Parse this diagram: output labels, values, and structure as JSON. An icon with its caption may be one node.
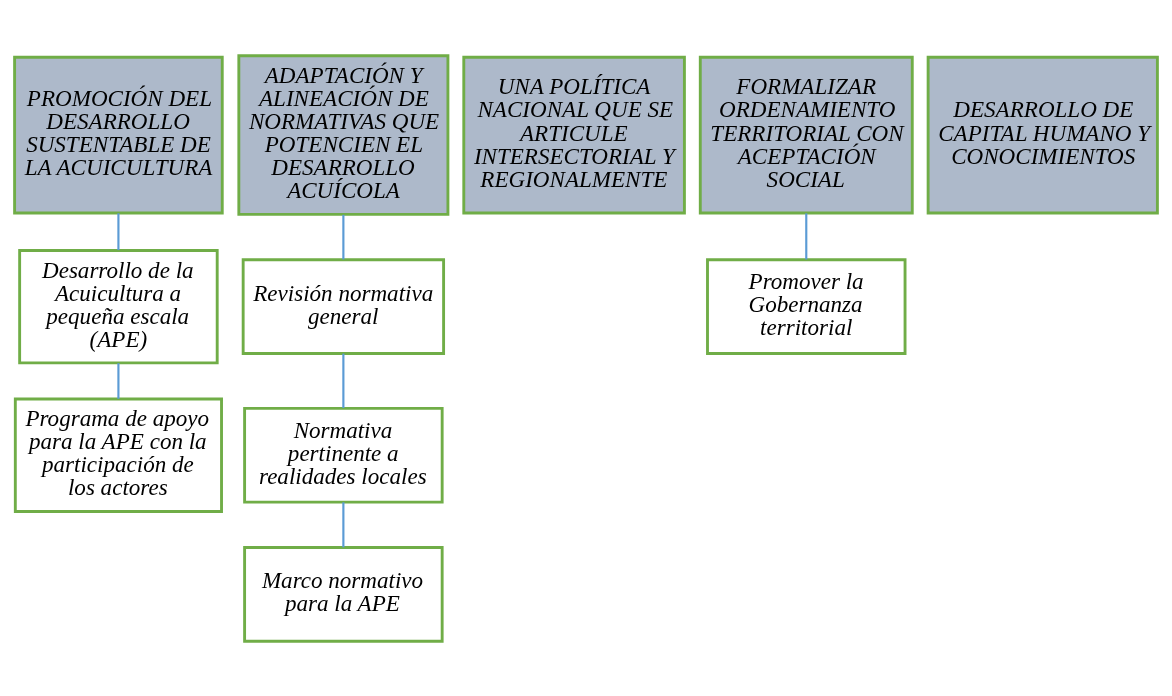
{
  "diagram": {
    "nodes": [
      {
        "text": [
          "PROMOCIÓN DEL DESARROLLO SUSTENTABLE DE LA ACUICULTURA"
        ]
      },
      {
        "text": [
          "ADAPTACIÓN Y ALINEACIÓN DE NORMATIVAS QUE POTENCIEN EL DESARROLLO ACUÍCOLA"
        ]
      },
      {
        "text": [
          "UNA POLÍTICA NACIONAL QUE SE ARTICULE INTERSECTORIAL Y REGIONALMENTE"
        ]
      },
      {
        "text": [
          "FORMALIZAR ORDENAMIENTO TERRITORIAL CON ACEPTACIÓN SOCIAL"
        ]
      },
      {
        "text": [
          "DESARROLLO DE CAPITAL HUMANO Y CONOCIMIENTOS"
        ]
      },
      {
        "text": [
          "Desarrollo de la Acuicultura a pequeña escala (APE)"
        ]
      },
      {
        "text": [
          "Programa de apoyo para la APE con la participación de los actores"
        ]
      },
      {
        "text": [
          "Revisión normativa general"
        ]
      },
      {
        "text": [
          "Normativa pertinente a realidades locales"
        ]
      },
      {
        "text": [
          "Marco normativo para la APE"
        ]
      },
      {
        "text": [
          "Promover la Gobernanza territorial"
        ]
      }
    ],
    "edges": [
      {
        "from": 0,
        "to": 5,
        "arrow": "none"
      },
      {
        "from": 5,
        "to": 6,
        "arrow": "none"
      },
      {
        "from": 1,
        "to": 7,
        "arrow": "none"
      },
      {
        "from": 7,
        "to": 8,
        "arrow": "none"
      },
      {
        "from": 8,
        "to": 9,
        "arrow": "none"
      },
      {
        "from": 3,
        "to": 10,
        "arrow": "none"
      }
    ]
  }
}
